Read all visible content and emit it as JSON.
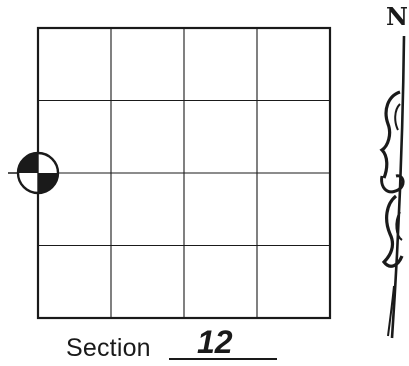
{
  "grid": {
    "rows": 4,
    "cols": 4
  },
  "north_arrow": {
    "letter": "N"
  },
  "section": {
    "label": "Section",
    "number": "12"
  },
  "colors": {
    "ink": "#1a1a1a",
    "background": "#ffffff"
  },
  "icons": {
    "location_marker": "quartered-circle-marker-icon",
    "north_arrow": "north-arrow-icon"
  }
}
